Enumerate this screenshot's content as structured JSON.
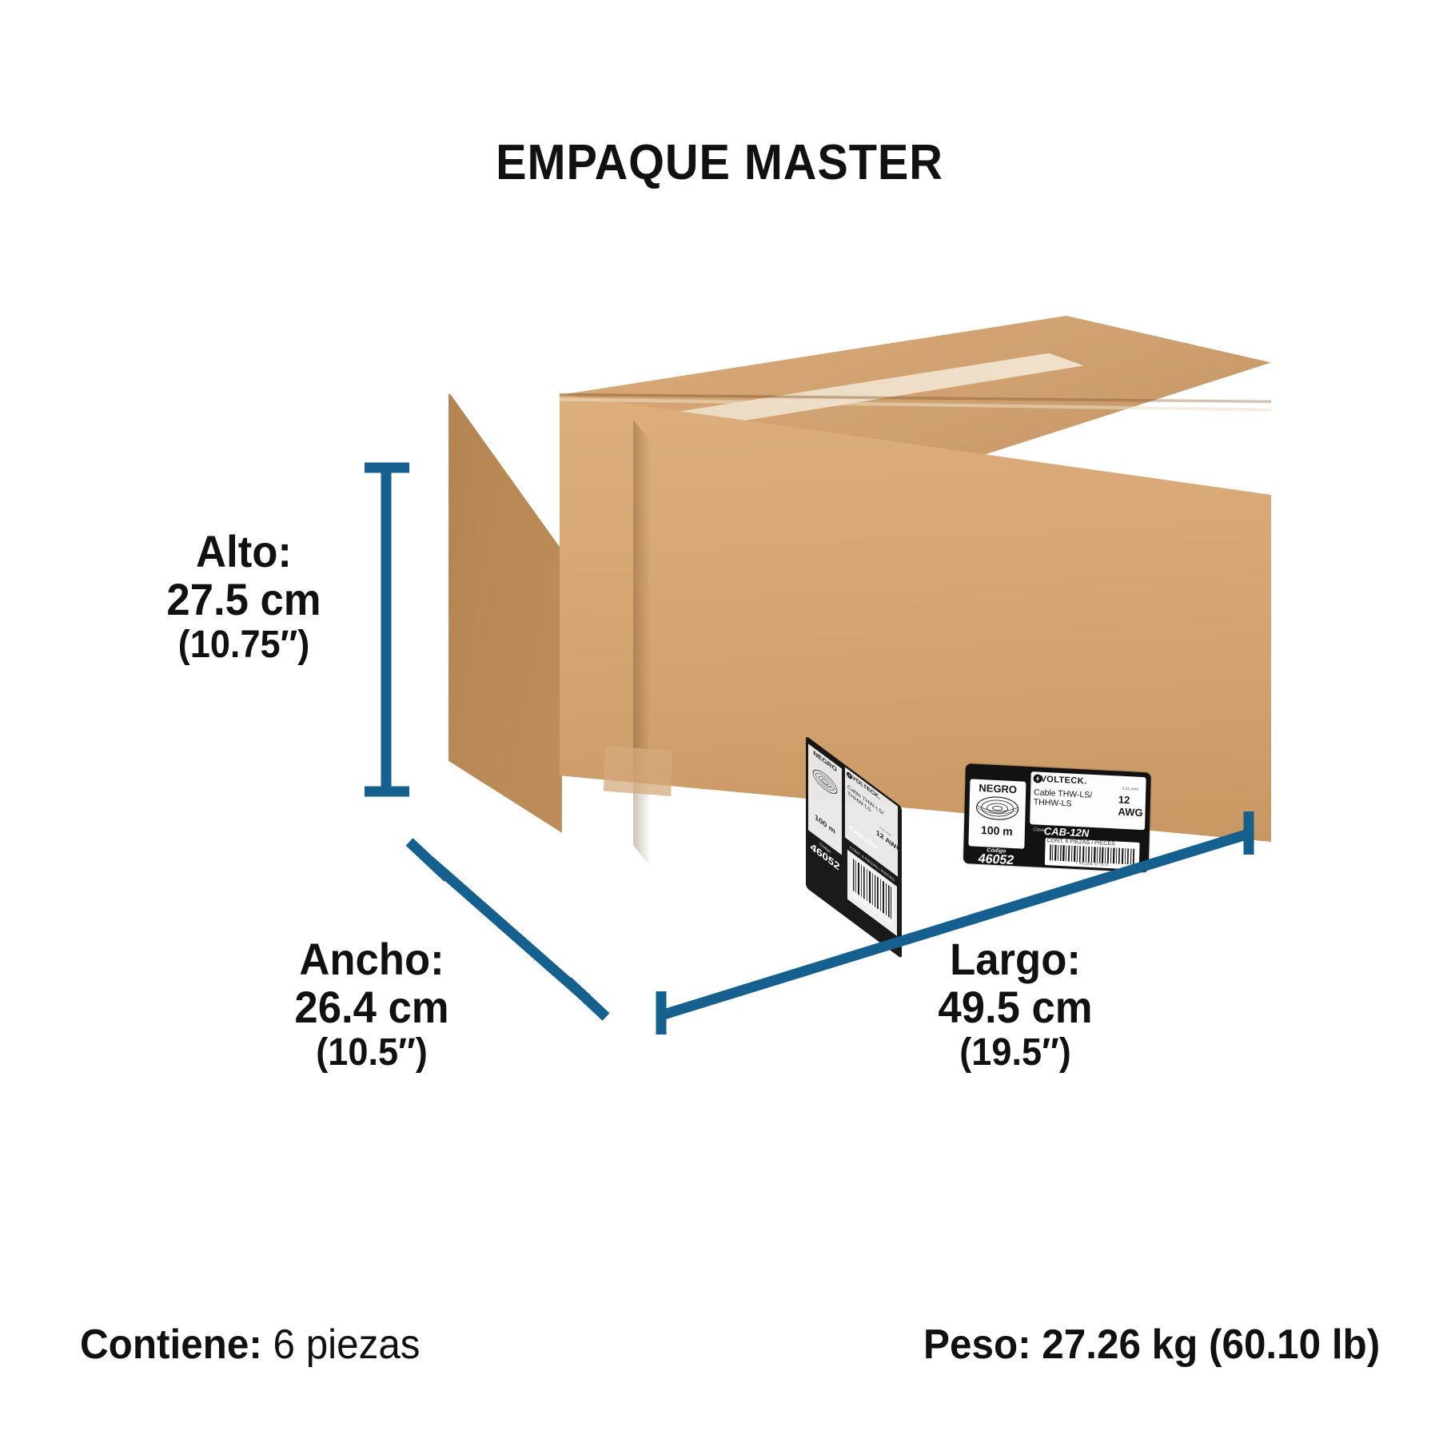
{
  "title": "EMPAQUE MASTER",
  "dimensions": {
    "height": {
      "label": "Alto:",
      "metric": "27.5 cm",
      "imperial": "(10.75″)"
    },
    "width": {
      "label": "Ancho:",
      "metric": "26.4 cm",
      "imperial": "(10.5″)"
    },
    "length": {
      "label": "Largo:",
      "metric": "49.5 cm",
      "imperial": "(19.5″)"
    }
  },
  "footer": {
    "contains_label": "Contiene:",
    "contains_value": "6 piezas",
    "weight_text": "Peso: 27.26 kg (60.10 lb)"
  },
  "colors": {
    "dimension_line": "#16608f",
    "text": "#111111",
    "carton_front": "#d8a976",
    "carton_top": "#cfa070",
    "carton_side": "#b98a56",
    "label_background": "#121212"
  },
  "box_label": {
    "brand": "VOLTECK.",
    "color_name": "NEGRO",
    "length_spool": "100 m",
    "codigo_word": "Código",
    "codigo_value": "46052",
    "product_line1": "Cable THW-LS/",
    "product_line2": "THHW-LS",
    "gauge": "12 AWG",
    "mm2": "3.31 mm²",
    "clave_word": "Clave:",
    "clave_value": "CAB-12N",
    "content": "CONT. 6 PIEZAS / PIECES",
    "barcode_number": "7 501206 377572"
  }
}
